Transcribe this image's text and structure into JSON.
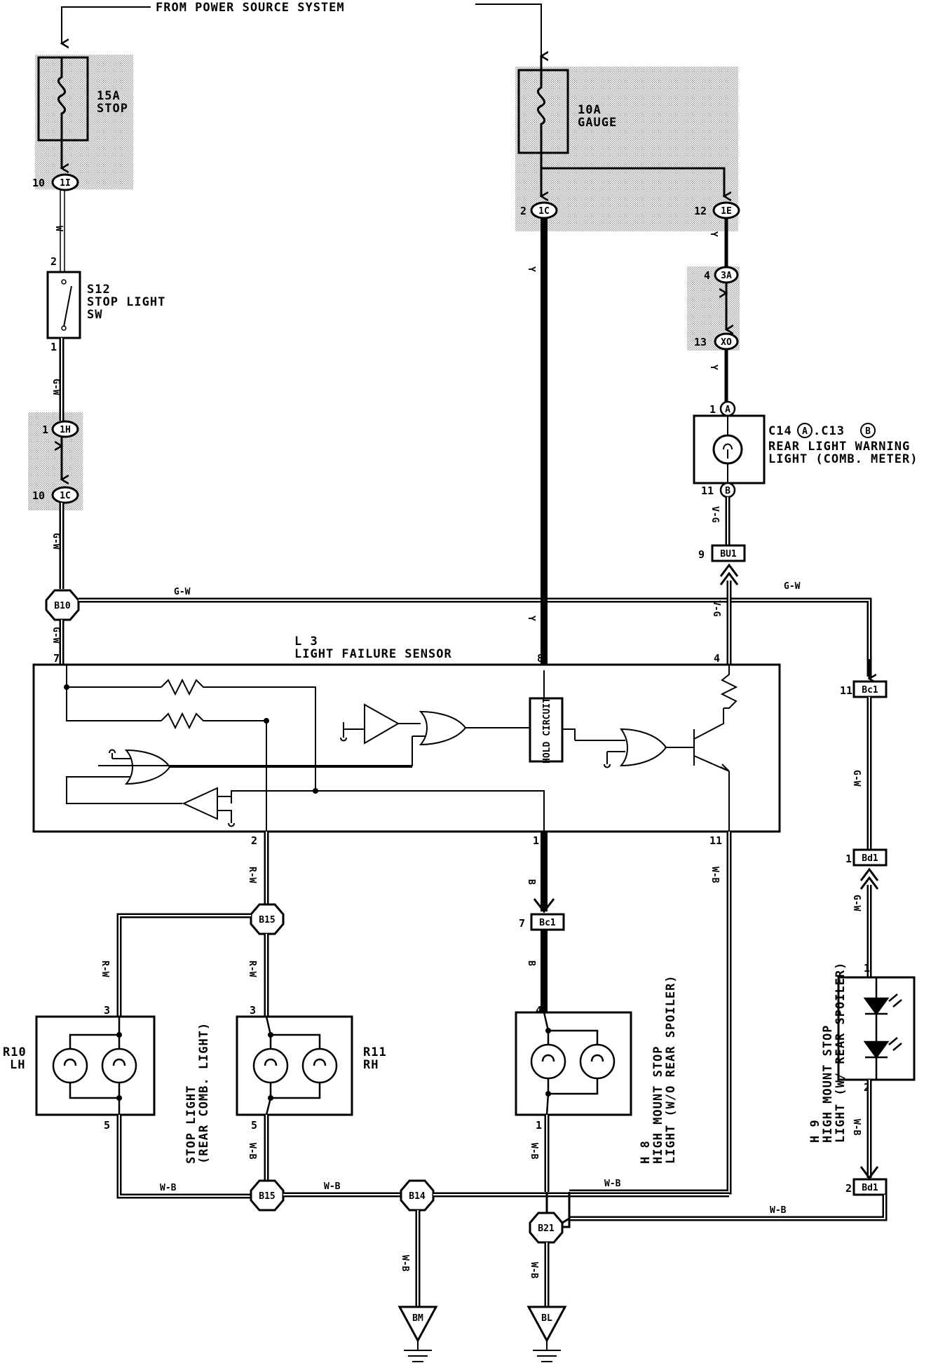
{
  "header": {
    "power_source": "FROM POWER SOURCE SYSTEM"
  },
  "fuses": [
    {
      "rating": "15A",
      "name": "STOP"
    },
    {
      "rating": "10A",
      "name": "GAUGE"
    }
  ],
  "junctions": {
    "j1": "1I",
    "j2": "1C",
    "j3": "1E",
    "j4": "3A",
    "j5": "XO",
    "j6": "1H",
    "j7": "1C"
  },
  "pins": {
    "p_1i": "10",
    "p_1c": "2",
    "p_1e": "12",
    "p_s12_top": "2",
    "p_s12_bot": "1",
    "p_3a": "4",
    "p_xo": "13",
    "p_1h": "1",
    "p_1c_b": "10",
    "p_c14_a": "1",
    "p_c14_b": "11",
    "p_bu1": "9",
    "p_l3_7": "7",
    "p_l3_8": "8",
    "p_l3_4": "4",
    "p_l3_2": "2",
    "p_l3_1": "1",
    "p_l3_11": "11",
    "p_bc1_r": "11",
    "p_bd1_r": "1",
    "p_bc1_m": "7",
    "p_r10_3": "3",
    "p_r11_3": "3",
    "p_h8_4": "4",
    "p_h9_1": "1",
    "p_r10_5": "5",
    "p_r11_5": "5",
    "p_h8_1": "1",
    "p_h9_2": "2",
    "p_bd1_b": "2"
  },
  "components": {
    "s12": {
      "id": "S12",
      "line1": "STOP LIGHT",
      "line2": "SW"
    },
    "c14": {
      "id_a": "C14",
      "mark_a": "A",
      "sep": ".C13",
      "mark_b": "B",
      "line1": "REAR LIGHT WARNING",
      "line2": "LIGHT (COMB. METER)"
    },
    "l3": {
      "id": "L 3",
      "name": "LIGHT FAILURE SENSOR",
      "hold": "HOLD CIRCUIT"
    },
    "r10": {
      "id": "R10",
      "side": "LH"
    },
    "r11": {
      "id": "R11",
      "side": "RH"
    },
    "stop_light": {
      "line1": "STOP LIGHT",
      "line2": "(REAR COMB. LIGHT)"
    },
    "h8": {
      "id": "H 8",
      "line1": "HIGH MOUNT STOP",
      "line2": "LIGHT (W/O REAR SPOILER)"
    },
    "h9": {
      "id": "H 9",
      "line1": "HIGH MOUNT STOP",
      "line2": "LIGHT (W/ REAR SPOILER)"
    }
  },
  "connectors": {
    "bu1": "BU1",
    "bc1_r": "Bc1",
    "bd1_r": "Bd1",
    "bc1_m": "Bc1",
    "bd1_b": "Bd1"
  },
  "splices": {
    "b10": "B10",
    "b15_t": "B15",
    "b15_b": "B15",
    "b14": "B14",
    "b21": "B21"
  },
  "grounds": {
    "bm": "BM",
    "bl": "BL"
  },
  "wire_colors": {
    "w": "W",
    "y": "Y",
    "gw": "G-W",
    "vg": "V-G",
    "rw": "R-W",
    "b": "B",
    "wb": "W-B"
  },
  "colors": {
    "ink": "#000000",
    "paper": "#ffffff",
    "shade": "#bdbdbd"
  }
}
